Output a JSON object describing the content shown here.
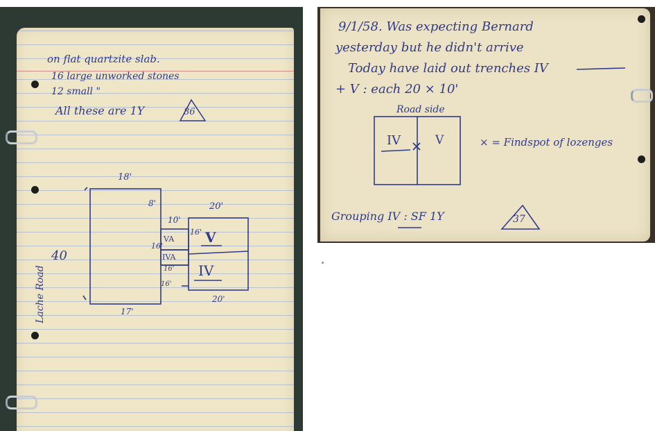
{
  "left_note": {
    "line1": "on flat quartzite slab.",
    "line2": "16 large unworked stones",
    "line3": "12 small      \"",
    "line4": "All these are 1Y",
    "circled_number": "86",
    "side_label": "Lache Road",
    "dim_height": "40",
    "dim_top": "18'",
    "dim_bottom": "17'",
    "dim_8": "8'",
    "dim_10": "10'",
    "dim_16a": "16'",
    "dim_16b": "16'",
    "dim_16c": "16'",
    "dim_16d": "16'",
    "dim_20_top": "20'",
    "dim_20_bottom": "20'",
    "box_va": "VA",
    "box_iva": "IVA",
    "box_v": "V",
    "box_iv": "IV"
  },
  "right_note": {
    "line1": "9/1/58. Was expecting Bernard",
    "line2": "yesterday but he didn't arrive",
    "line3": "Today  have laid out trenches IV",
    "line4": "+ V : each  20 × 10'",
    "road_side": "Road side",
    "trench_iv": "IV",
    "trench_v": "V",
    "legend": "× = Findspot of lozenges",
    "grouping": "Grouping IV : SF  1Y",
    "circled_number": "37"
  }
}
